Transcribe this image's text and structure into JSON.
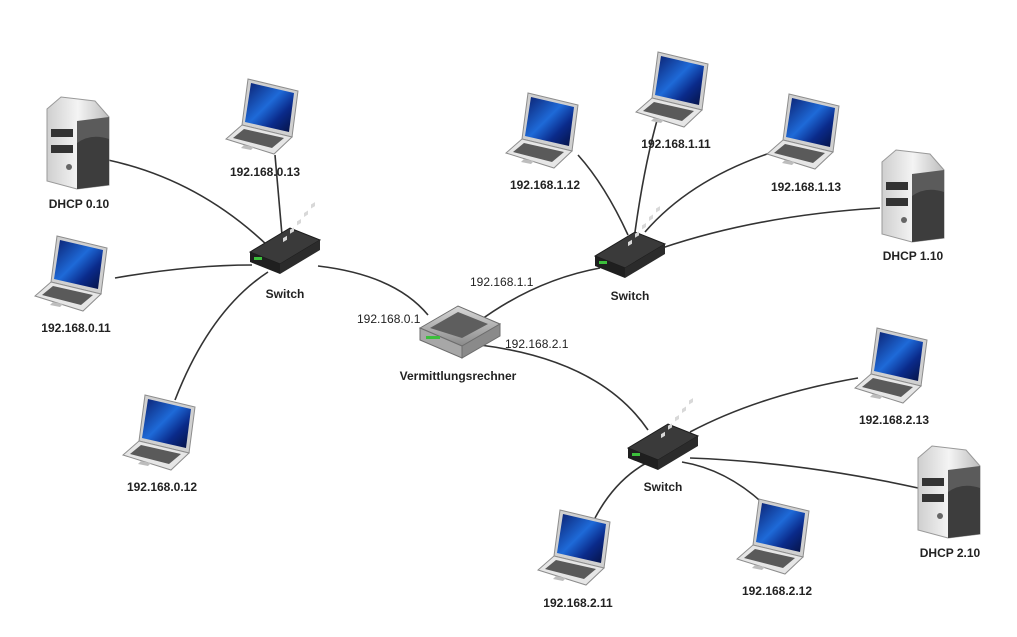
{
  "diagram": {
    "router": {
      "label": "Vermittlungsrechner"
    },
    "switches": [
      {
        "label": "Switch"
      },
      {
        "label": "Switch"
      },
      {
        "label": "Switch"
      }
    ],
    "interfaces": [
      {
        "label": "192.168.0.1"
      },
      {
        "label": "192.168.1.1"
      },
      {
        "label": "192.168.2.1"
      }
    ],
    "servers": [
      {
        "label": "DHCP 0.10"
      },
      {
        "label": "DHCP 1.10"
      },
      {
        "label": "DHCP 2.10"
      }
    ],
    "laptops": [
      {
        "label": "192.168.0.13"
      },
      {
        "label": "192.168.0.11"
      },
      {
        "label": "192.168.0.12"
      },
      {
        "label": "192.168.1.12"
      },
      {
        "label": "192.168.1.11"
      },
      {
        "label": "192.168.1.13"
      },
      {
        "label": "192.168.2.13"
      },
      {
        "label": "192.168.2.11"
      },
      {
        "label": "192.168.2.12"
      }
    ]
  }
}
